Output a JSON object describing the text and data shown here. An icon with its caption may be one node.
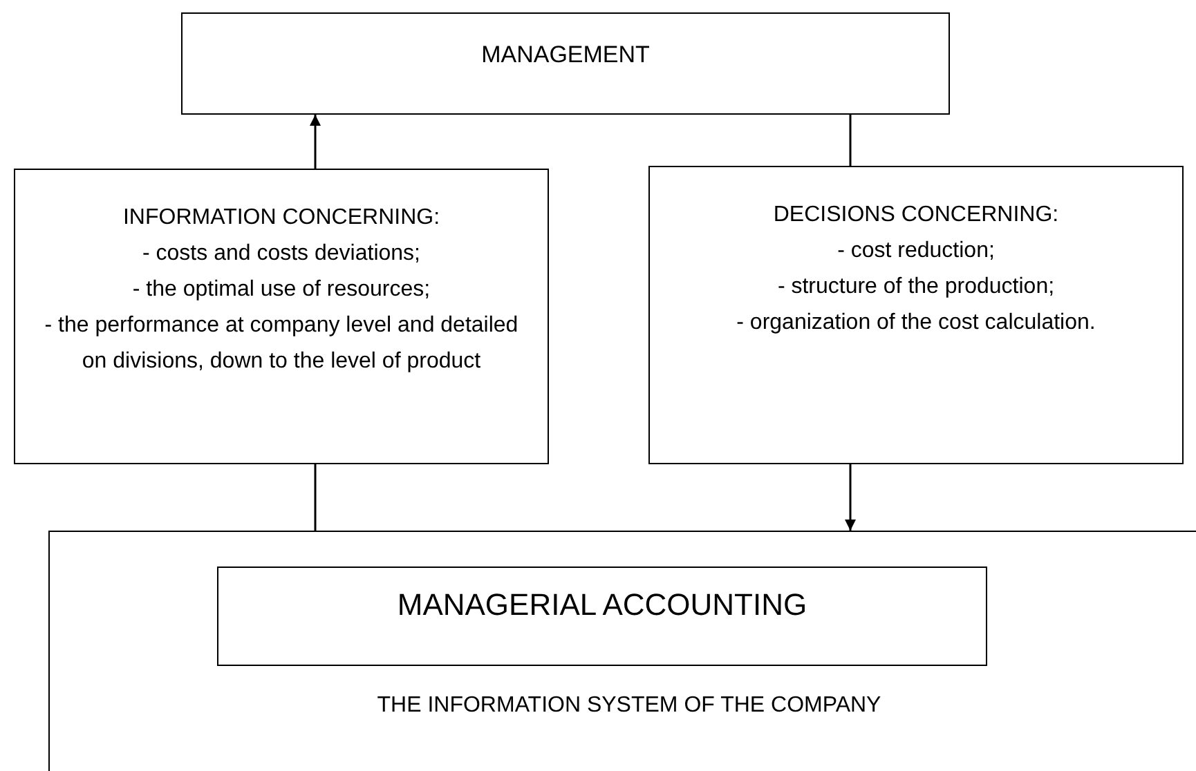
{
  "diagram": {
    "nodes": [
      {
        "text": [
          "MANAGEMENT"
        ]
      },
      {
        "text": [
          "INFORMATION CONCERNING:",
          "- costs and costs deviations;",
          "- the optimal use of resources;",
          "- the performance at company level and detailed on divisions, down to the level of product"
        ]
      },
      {
        "text": [
          "DECISIONS CONCERNING:",
          "- cost reduction;",
          "- structure of the production;",
          "- organization of the cost calculation."
        ]
      },
      {
        "text": [
          "THE INFORMATION SYSTEM OF THE COMPANY"
        ]
      },
      {
        "text": [
          "MANAGERIAL ACCOUNTING"
        ],
        "in": 3
      }
    ],
    "edges": [
      {
        "from": 1,
        "to": 0,
        "arrow": "to"
      },
      {
        "from": 0,
        "to": 2,
        "arrow": "none"
      },
      {
        "from": 2,
        "to": 3,
        "arrow": "to"
      },
      {
        "from": 1,
        "to": 3,
        "arrow": "none"
      }
    ]
  }
}
